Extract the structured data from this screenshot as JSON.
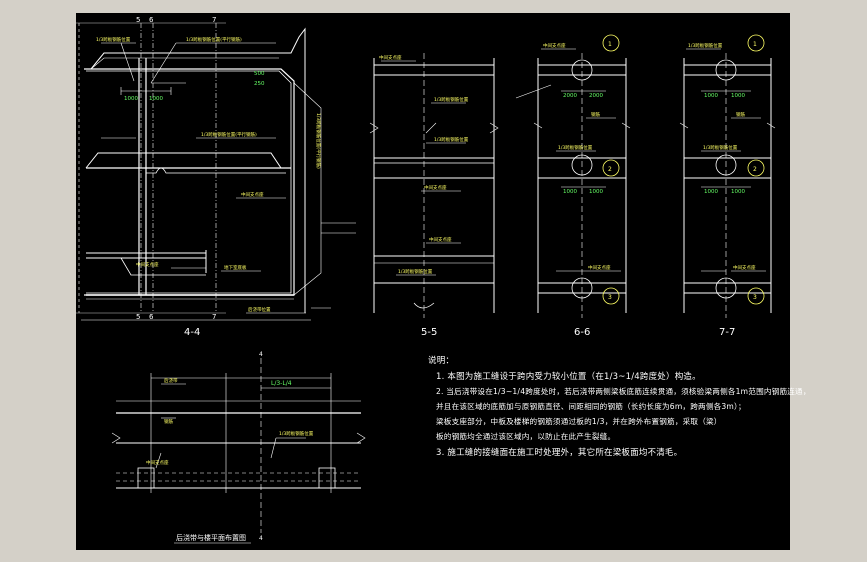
{
  "colors": {
    "background": "#000000",
    "frame": "#d4d0c8",
    "line": "#ffffff",
    "callout": "#ffff66",
    "dimension": "#66ff66"
  },
  "section_4_4": {
    "title": "4-4",
    "axis_top": [
      "5",
      "6",
      "7"
    ],
    "axis_bottom": [
      "5",
      "6",
      "7"
    ],
    "dims": [
      "1000",
      "1000",
      "250",
      "500"
    ],
    "labels": [
      "1/3跨板钢筋位置",
      "1/3跨板钢筋位置(平行钢筋)",
      "1/3跨板钢筋位置(平行钢筋)",
      "中间支点座",
      "中间支点座",
      "地下室底板",
      "后浇带位置"
    ],
    "vertical_label": "1/3跨板钢筋位置(平行钢筋)"
  },
  "section_5_5": {
    "title": "5-5",
    "labels": [
      "中间支点座",
      "1/3跨板钢筋位置",
      "1/3跨板钢筋位置",
      "中间支点座",
      "中间支点座",
      "1/3跨板钢筋位置"
    ]
  },
  "section_6_6": {
    "title": "6-6",
    "dims": [
      "2000",
      "2000",
      "1000",
      "1000"
    ],
    "callouts": [
      "1",
      "2",
      "3"
    ],
    "labels": [
      "中间支点座",
      "钢筋",
      "1/3跨板钢筋位置",
      "中间支点座"
    ]
  },
  "section_7_7": {
    "title": "7-7",
    "dims": [
      "1000",
      "1000",
      "1000",
      "1000"
    ],
    "callouts": [
      "1",
      "2",
      "3"
    ],
    "labels": [
      "1/3跨板钢筋位置",
      "钢筋",
      "1/3跨板钢筋位置",
      "中间支点座"
    ]
  },
  "plan": {
    "title": "后浇带与楼平面布置图",
    "dims": [
      "L/3-L/4"
    ],
    "axis": [
      "4",
      "4"
    ],
    "labels": [
      "后浇带",
      "钢筋",
      "1/3跨板钢筋位置",
      "中间支点座"
    ]
  },
  "notes": {
    "heading": "说明：",
    "lines": [
      "1. 本图为施工缝设于跨内受力较小位置（在1/3~1/4跨度处）构造。",
      "2. 当后浇带设在1/3~1/4跨度处时，若后浇带两侧梁板底筋连续贯通，须核验梁两侧各1m范围内钢筋连通，",
      "   并且在该区域的底筋加与原钢筋直径、间距相同的钢筋（长约长度为6m，跨两侧各3m）；",
      "   梁板支座部分，中板及楼梯的钢筋须通过板的1/3，并在跨外布置钢筋，采取（梁）",
      "   板的钢筋均全通过该区域内，以防止在此产生裂缝。",
      "3. 施工缝的接缝面在施工时处理外，其它所在梁板面均不清毛。"
    ]
  }
}
